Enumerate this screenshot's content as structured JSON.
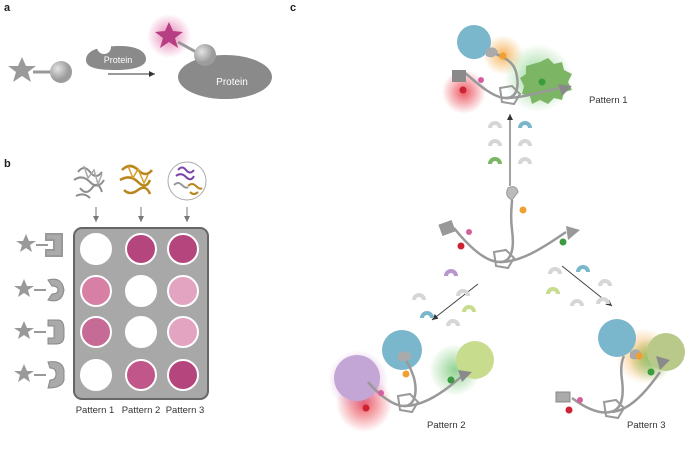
{
  "panels": {
    "a": {
      "letter": "a",
      "protein_label_small": "Protein",
      "protein_label_large": "Protein"
    },
    "b": {
      "letter": "b",
      "patterns": [
        "Pattern 1",
        "Pattern 2",
        "Pattern 3"
      ],
      "well_colors": [
        [
          "#ffffff",
          "#b5457d",
          "#b5457d"
        ],
        [
          "#d77fa4",
          "#ffffff",
          "#e2a4c0"
        ],
        [
          "#c66a96",
          "#ffffff",
          "#e2a4c0"
        ],
        [
          "#ffffff",
          "#c0568a",
          "#b5457d"
        ]
      ]
    },
    "c": {
      "letter": "c",
      "pattern1": "Pattern 1",
      "pattern2": "Pattern 2",
      "pattern3": "Pattern 3"
    }
  },
  "colors": {
    "gray": "#9a9a9a",
    "dark_gray": "#7a7a7a",
    "magenta_star": "#b53f82",
    "blue": "#7bb7cc",
    "green": "#7cb664",
    "lime": "#c7dc8c",
    "purple": "#b897cd",
    "orange": "#f0a030",
    "red": "#cc2233",
    "pink": "#d45fa0"
  }
}
